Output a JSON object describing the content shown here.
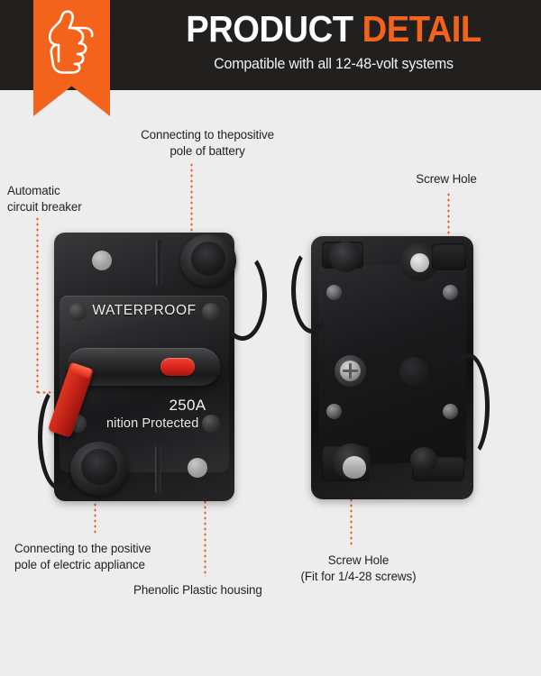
{
  "header": {
    "title_part1": "PRODUCT",
    "title_part2": "DETAIL",
    "subtitle": "Compatible with all 12-48-volt systems",
    "ribbon_icon": "thumbs-up-icon",
    "bg_color": "#221f1f",
    "accent_color": "#f4631b",
    "title_white_color": "#ffffff"
  },
  "callouts": {
    "automatic_circuit_breaker": "Automatic\ncircuit breaker",
    "battery_positive": "Connecting to thepositive\npole of battery",
    "screw_hole_top": "Screw Hole",
    "appliance_positive": "Connecting to the positive\npole of electric appliance",
    "phenolic_housing": "Phenolic Plastic housing",
    "screw_hole_bottom": "Screw Hole\n(Fit for 1/4-28 screws)"
  },
  "product": {
    "front": {
      "waterproof_label": "WATERPROOF",
      "amperage_label": "250A",
      "ignition_label": "nition Protected",
      "reset_button_color": "#d6241b",
      "lever_color": "#c62318"
    },
    "back": {
      "view_name": "rear-mounting-plate"
    }
  },
  "colors": {
    "background": "#ededee",
    "leader_line": "#ef5c1e",
    "body_text": "#231f20"
  }
}
